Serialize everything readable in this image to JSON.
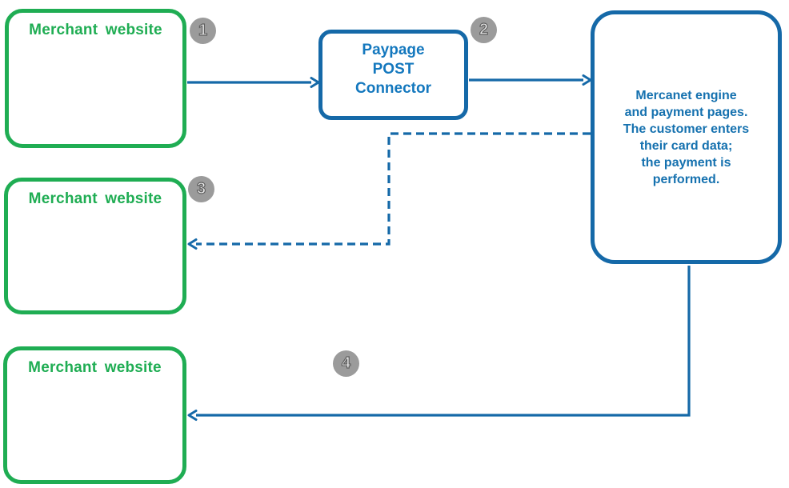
{
  "diagram": {
    "colors": {
      "green": "#1FAD53",
      "blue": "#1569A8",
      "blue_text": "#1478BE",
      "mercanet_text": "#1571AF",
      "badge_bg": "#9B9B9B",
      "badge_text": "#EFEFEF",
      "badge_stroke": "#5F5F5F",
      "background": "#FFFFFF"
    },
    "nodes": {
      "merchant1": {
        "label": "Merchant website"
      },
      "merchant2": {
        "label": "Merchant website"
      },
      "merchant3": {
        "label": "Merchant website"
      },
      "paypage": {
        "label": "Paypage\nPOST\nConnector"
      },
      "mercanet": {
        "label": "Mercanet engine\nand payment pages.\nThe customer enters\ntheir card data;\nthe payment is\nperformed."
      }
    },
    "steps": [
      "1",
      "2",
      "3",
      "4"
    ],
    "edges": [
      {
        "step": "1",
        "from": "merchant-website-1",
        "to": "paypage-post-connector",
        "style": "solid"
      },
      {
        "step": "2",
        "from": "paypage-post-connector",
        "to": "mercanet-engine",
        "style": "solid"
      },
      {
        "step": "3",
        "from": "mercanet-engine",
        "to": "merchant-website-2",
        "style": "dashed"
      },
      {
        "step": "4",
        "from": "mercanet-engine",
        "to": "merchant-website-3",
        "style": "solid"
      }
    ]
  }
}
